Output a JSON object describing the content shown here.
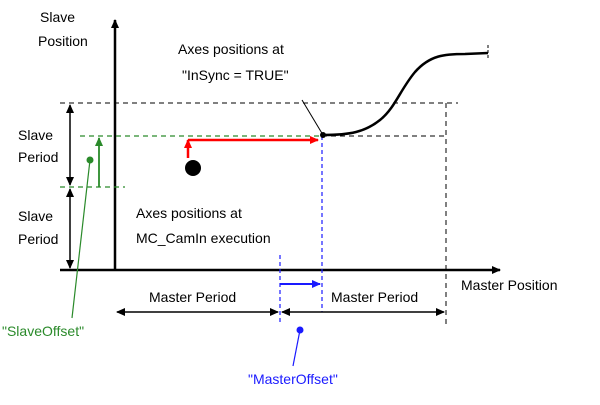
{
  "labels": {
    "slave_position_line1": "Slave",
    "slave_position_line2": "Position",
    "master_position": "Master Position",
    "slave_period_top_line1": "Slave",
    "slave_period_top_line2": "Period",
    "slave_period_bottom_line1": "Slave",
    "slave_period_bottom_line2": "Period",
    "insync_line1": "Axes positions at",
    "insync_line2": "\"InSync = TRUE\"",
    "camin_line1": "Axes positions at",
    "camin_line2": "MC_CamIn execution",
    "master_period_left": "Master Period",
    "master_period_right": "Master Period",
    "slave_offset": "\"SlaveOffset\"",
    "master_offset": "\"MasterOffset\""
  },
  "colors": {
    "axis": "#000000",
    "slave_offset": "#2a8a2a",
    "master_offset": "#1a1aff",
    "motion": "#ff0000",
    "guide": "#000000"
  }
}
